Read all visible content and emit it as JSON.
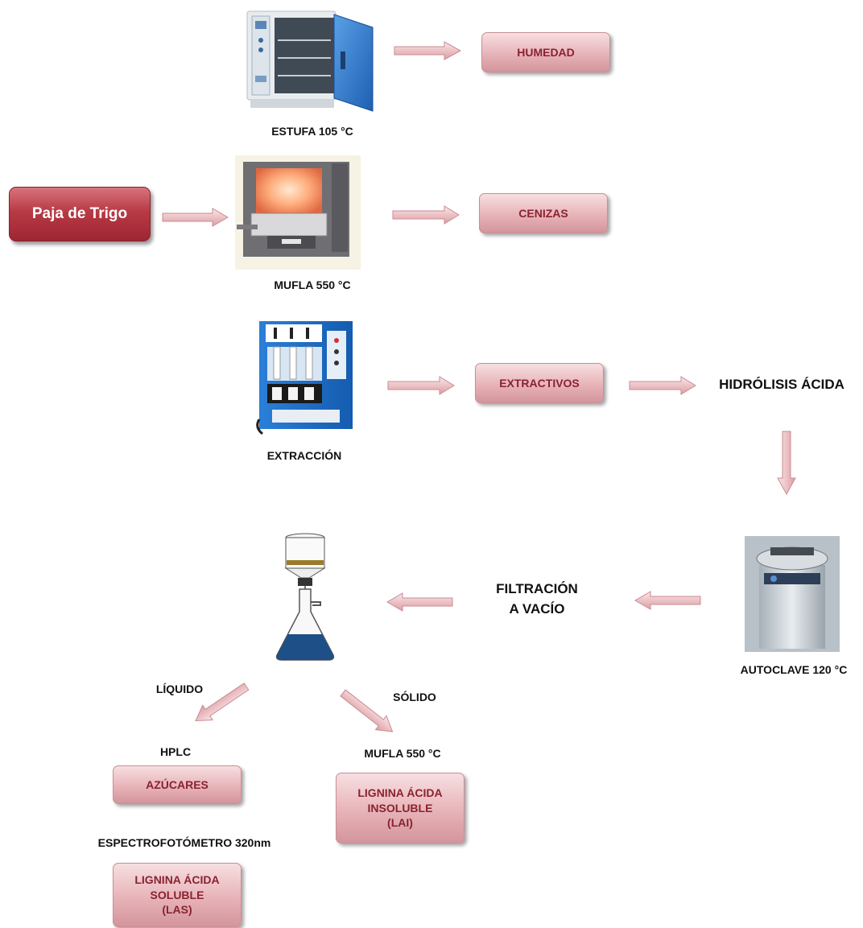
{
  "start": {
    "label": "Paja de Trigo"
  },
  "equipment": {
    "estufa": "ESTUFA 105 °C",
    "mufla": "MUFLA 550 °C",
    "extraccion": "EXTRACCIÓN",
    "autoclave": "AUTOCLAVE 120 °C"
  },
  "results": {
    "humedad": "HUMEDAD",
    "cenizas": "CENIZAS",
    "extractivos": "EXTRACTIVOS",
    "azucares": "AZÚCARES",
    "las": "LIGNINA ÁCIDA\nSOLUBLE\n(LAS)",
    "lai": "LIGNINA ÁCIDA\nINSOLUBLE\n(LAI)"
  },
  "steps": {
    "hidrolisis": "HIDRÓLISIS ÁCIDA",
    "filtracion": "FILTRACIÓN\nA VACÍO",
    "liquido": "LÍQUIDO",
    "solido": "SÓLIDO",
    "hplc": "HPLC",
    "mufla_lai": "MUFLA 550 °C",
    "espectro": "ESPECTROFOTÓMETRO 320nm"
  },
  "icons": [
    "oven-icon",
    "muffle-furnace-icon",
    "extraction-unit-icon",
    "autoclave-icon",
    "vacuum-filtration-flask-icon"
  ]
}
